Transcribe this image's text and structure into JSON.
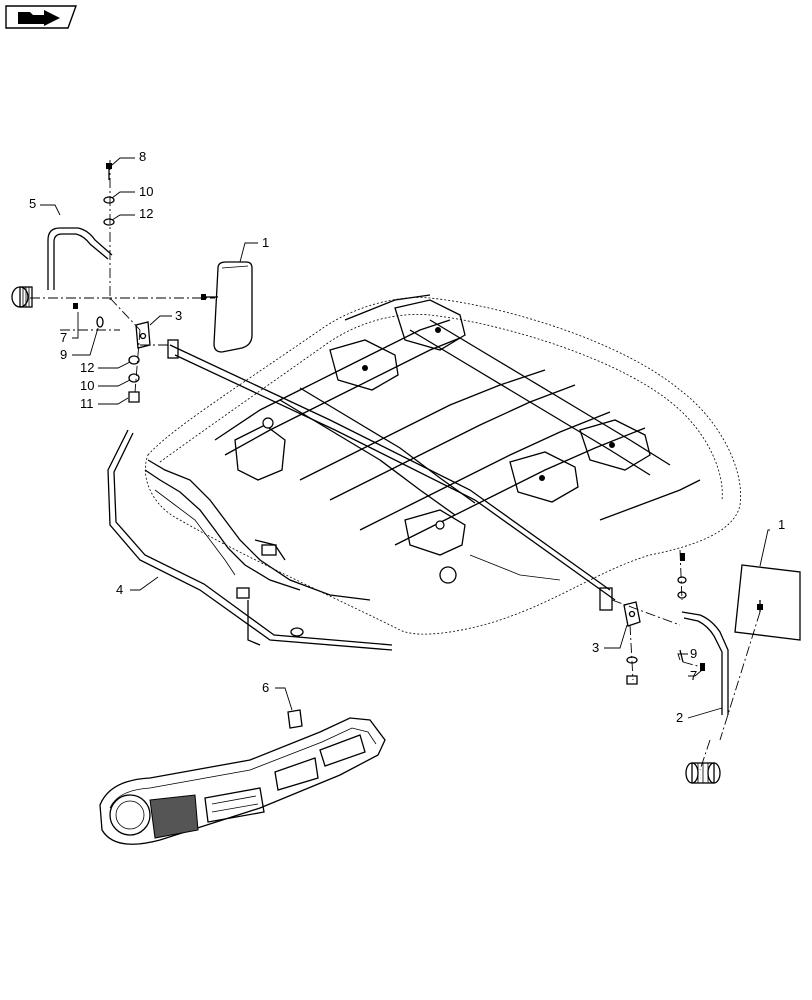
{
  "nav_icon": "folder-arrow-icon",
  "callouts": {
    "c8": "8",
    "c10a": "10",
    "c12a": "12",
    "c5": "5",
    "c1a": "1",
    "c3a": "3",
    "c7a": "7",
    "c9a": "9",
    "c12b": "12",
    "c10b": "10",
    "c11": "11",
    "c4": "4",
    "c1b": "1",
    "c3b": "3",
    "c9b": "9",
    "c7b": "7",
    "c2": "2",
    "c6": "6"
  }
}
